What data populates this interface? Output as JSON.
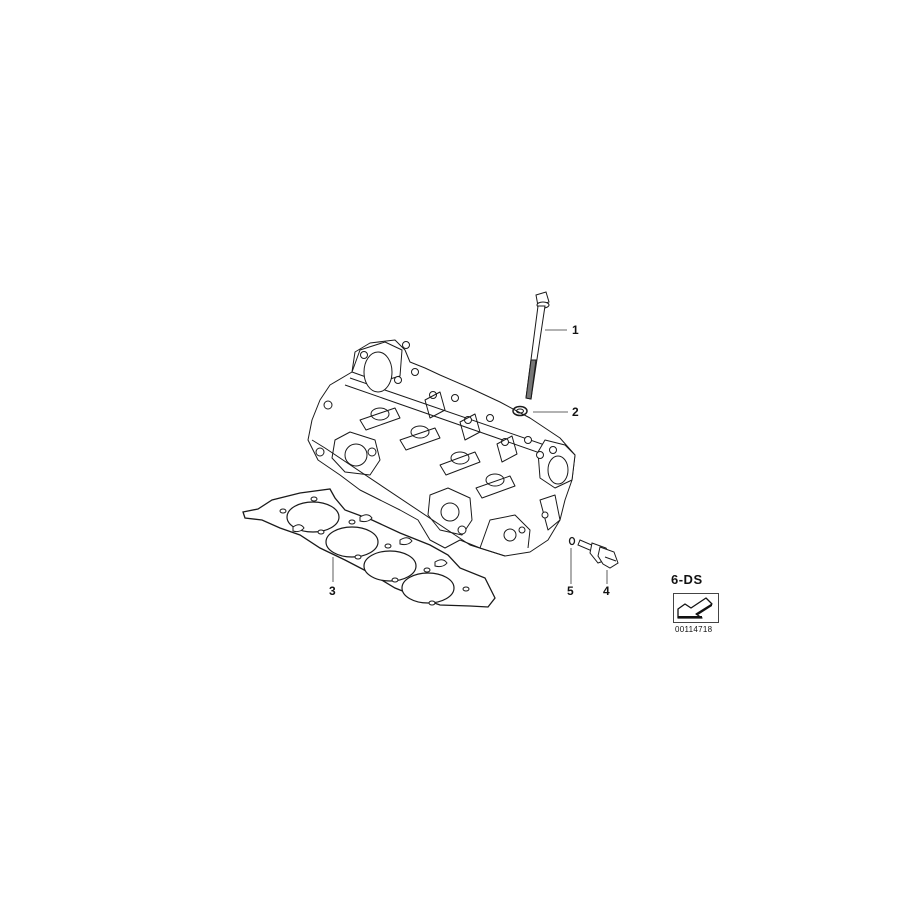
{
  "diagram": {
    "type": "exploded parts diagram",
    "subject": "cylinder head with head gasket",
    "callouts": [
      {
        "number": "1",
        "part": "cylinder head bolt"
      },
      {
        "number": "2",
        "part": "washer"
      },
      {
        "number": "3",
        "part": "cylinder head gasket"
      },
      {
        "number": "4",
        "part": "temperature sensor"
      },
      {
        "number": "5",
        "part": "sealing ring"
      }
    ],
    "group_label": "6-DS",
    "diagram_number": "00114718",
    "nav_icon": "arrow-down-left-icon"
  },
  "colors": {
    "background": "#ffffff",
    "line": "#1a1a1a",
    "hatch": "#555555"
  }
}
